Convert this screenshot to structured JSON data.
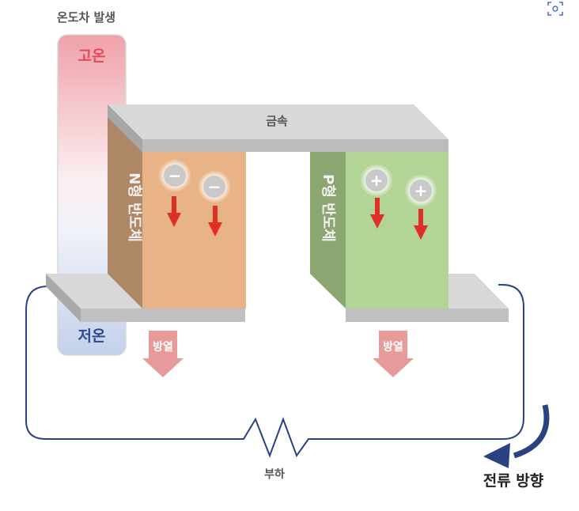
{
  "header": {
    "title": "온도차 발생"
  },
  "thermo": {
    "hot_label": "고온",
    "cold_label": "저온"
  },
  "metal_label": "금속",
  "n_type": {
    "label": "N형 반도체",
    "carrier_sign": "−",
    "heat_label": "방열",
    "color": "#e8b487"
  },
  "p_type": {
    "label": "P형 반도체",
    "carrier_sign": "+",
    "heat_label": "방열",
    "color": "#b3d497"
  },
  "load_label": "부하",
  "current_label": "전류 방향",
  "colors": {
    "hot": "#e8475a",
    "cold": "#2e4a8e",
    "arrow": "#e02f25",
    "wire": "#2b4282",
    "heat_arrow": "#e69a9a"
  },
  "icons": {
    "scan": "scan-icon"
  }
}
